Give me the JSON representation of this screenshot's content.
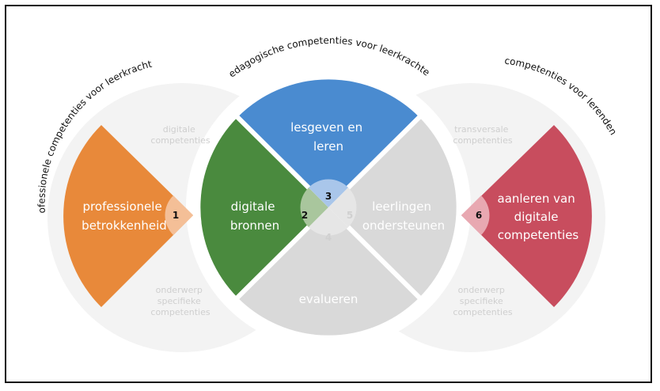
{
  "arc_labels": {
    "left": "professionele competenties voor leerkrachten",
    "center": "pedagogische competenties voor leerkrachten",
    "right": "competenties voor lerenden"
  },
  "background_labels": {
    "left_top": [
      "digitale",
      "competenties"
    ],
    "left_bottom": [
      "onderwerp",
      "specifieke",
      "competenties"
    ],
    "right_top": [
      "transversale",
      "competenties"
    ],
    "right_bottom": [
      "onderwerp",
      "specifieke",
      "competenties"
    ]
  },
  "segments": [
    {
      "number": "1",
      "lines": [
        "professionele",
        "betrokkenheid"
      ],
      "color": "#e8893a",
      "active": true
    },
    {
      "number": "2",
      "lines": [
        "digitale",
        "bronnen"
      ],
      "color": "#4a8a3e",
      "active": true
    },
    {
      "number": "3",
      "lines": [
        "lesgeven en",
        "leren"
      ],
      "color": "#4a8bd0",
      "active": true
    },
    {
      "number": "4",
      "lines": [
        "evalueren"
      ],
      "color": "#d9d9d9",
      "active": false
    },
    {
      "number": "5",
      "lines": [
        "leerlingen",
        "ondersteunen"
      ],
      "color": "#d9d9d9",
      "active": false
    },
    {
      "number": "6",
      "lines": [
        "aanleren van",
        "digitale",
        "competenties"
      ],
      "color": "#c84d5e",
      "active": true
    }
  ],
  "colors": {
    "background_circle": "#f3f3f3",
    "inactive_text": "#cfcfcf",
    "arc_text": "#111111"
  }
}
